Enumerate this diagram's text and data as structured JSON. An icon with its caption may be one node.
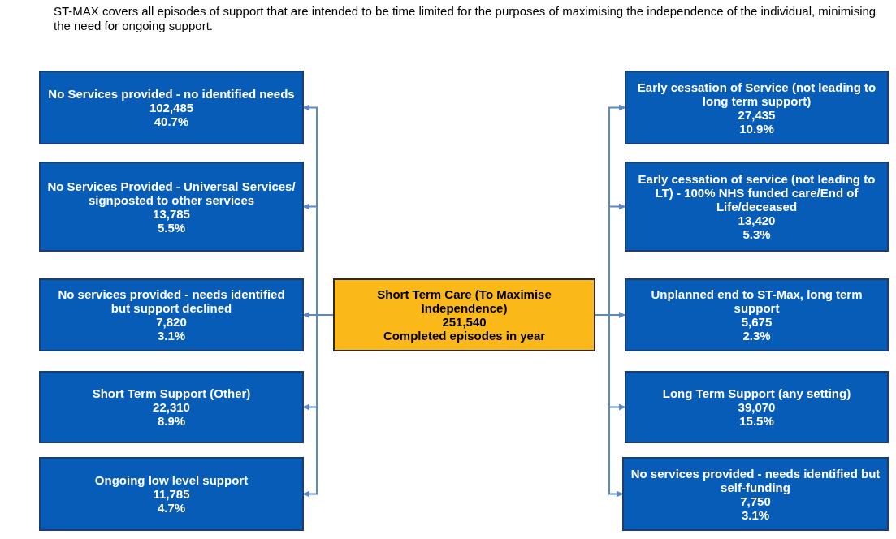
{
  "diagram": {
    "title": "ST-MAX covers all episodes of support that are intended to be time limited for the purposes of maximising the independence of the individual, minimising the need for ongoing support.",
    "nodes": [
      {
        "text": [
          "No Services provided - no identified needs",
          "102,485",
          "40.7%"
        ]
      },
      {
        "text": [
          "Early cessation of Service (not leading to long term support)",
          "27,435",
          "10.9%"
        ]
      },
      {
        "text": [
          "No Services Provided - Universal Services/ signposted to other services",
          "13,785",
          "5.5%"
        ]
      },
      {
        "text": [
          "Early cessation of service (not leading to LT) - 100% NHS funded care/End of Life/deceased",
          "13,420",
          "5.3%"
        ]
      },
      {
        "text": [
          "No services provided - needs identified but support declined",
          "7,820",
          "3.1%"
        ]
      },
      {
        "text": [
          "Short Term Care (To Maximise Independence)",
          "251,540",
          "Completed episodes in year"
        ]
      },
      {
        "text": [
          "Unplanned end to ST-Max, long term support",
          "5,675",
          "2.3%"
        ]
      },
      {
        "text": [
          "Short Term Support (Other)",
          "22,310",
          "8.9%"
        ]
      },
      {
        "text": [
          "Long Term Support (any setting)",
          "39,070",
          "15.5%"
        ]
      },
      {
        "text": [
          "Ongoing low level support",
          "11,785",
          "4.7%"
        ]
      },
      {
        "text": [
          "No services provided - needs identified but self-funding",
          "7,750",
          "3.1%"
        ]
      }
    ],
    "edges": [
      {
        "from": 5,
        "to": 0,
        "arrow": "to"
      },
      {
        "from": 5,
        "to": 2,
        "arrow": "to"
      },
      {
        "from": 5,
        "to": 4,
        "arrow": "to"
      },
      {
        "from": 5,
        "to": 7,
        "arrow": "to"
      },
      {
        "from": 5,
        "to": 9,
        "arrow": "to"
      },
      {
        "from": 5,
        "to": 1,
        "arrow": "to"
      },
      {
        "from": 5,
        "to": 3,
        "arrow": "to"
      },
      {
        "from": 5,
        "to": 6,
        "arrow": "to"
      },
      {
        "from": 5,
        "to": 8,
        "arrow": "to"
      },
      {
        "from": 5,
        "to": 10,
        "arrow": "to"
      }
    ]
  }
}
